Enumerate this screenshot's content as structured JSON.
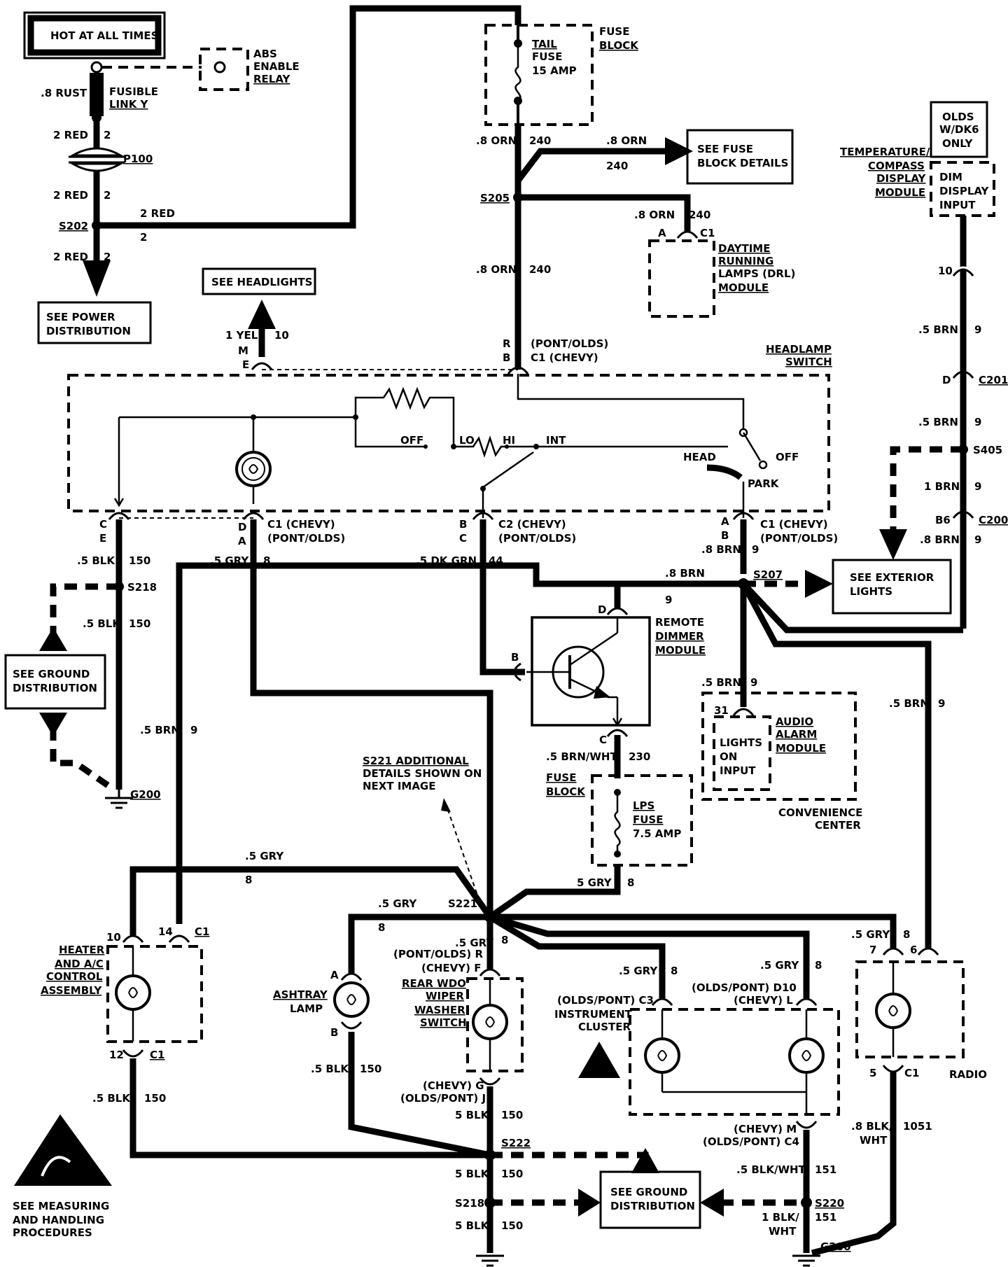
{
  "labels": {
    "hot_at_all_times": "HOT AT ALL TIMES",
    "abs_line1": "ABS",
    "abs_line2": "ENABLE",
    "abs_line3": "RELAY",
    "rust": ".8 RUST",
    "fusible1": "FUSIBLE",
    "fusible2": "LINK Y",
    "red2_a": "2 RED",
    "n2_a": "2",
    "p100": "P100",
    "red2_b": "2 RED",
    "n2_b": "2",
    "s202": "S202",
    "red2_c": "2 RED",
    "n2_c": "2",
    "red2_top": "2 RED",
    "n2_top": "2",
    "see_power1": "SEE POWER",
    "see_power2": "DISTRIBUTION",
    "fuse_block1": "FUSE",
    "fuse_block2": "BLOCK",
    "tail1": "TAIL",
    "tail2": "FUSE",
    "tail3": "15 AMP",
    "orn8_a": ".8 ORN",
    "n240_a": "240",
    "orn8_b": ".8 ORN",
    "n240_b": "240",
    "see_fuse1": "SEE FUSE",
    "see_fuse2": "BLOCK DETAILS",
    "s205": "S205",
    "orn8_c": ".8 ORN",
    "n240_c": "240",
    "drl_a": "A",
    "drl_c1": "C1",
    "drl1": "DAYTIME",
    "drl2": "RUNNING",
    "drl3": "LAMPS (DRL)",
    "drl4": "MODULE",
    "orn8_d": ".8 ORN",
    "n240_d": "240",
    "see_headlights": "SEE HEADLIGHTS",
    "yel": "1 YEL",
    "n10_yel": "10",
    "m": "M",
    "e": "E",
    "r": "R",
    "b": "B",
    "pont_olds": "(PONT/OLDS)",
    "c1_chevy": "C1  (CHEVY)",
    "headlamp1": "HEADLAMP",
    "headlamp2": "SWITCH",
    "off_a": "OFF",
    "lo": "LO",
    "hi": "HI",
    "int": "INT",
    "head": "HEAD",
    "off_b": "OFF",
    "park": "PARK",
    "olds1": "OLDS",
    "olds2": "W/DK6",
    "olds3": "ONLY",
    "temp1": "TEMPERATURE/",
    "temp2": "COMPASS",
    "temp3": "DISPLAY",
    "temp4": "MODULE",
    "dim1": "DIM",
    "dim2": "DISPLAY",
    "dim3": "INPUT",
    "n10_dim": "10",
    "brn5_a": ".5 BRN",
    "n9_a": "9",
    "d_c201": "D",
    "c201": "C201",
    "brn5_b": ".5 BRN",
    "n9_b": "9",
    "s405": "S405",
    "brn1": "1 BRN",
    "n9_c": "9",
    "b6": "B6",
    "c200": "C200",
    "brn8_a": ".8 BRN",
    "n9_d": "9",
    "see_ext1": "SEE EXTERIOR",
    "see_ext2": "LIGHTS",
    "c_left": "C",
    "e_left": "E",
    "d_left": "D",
    "a_left": "A",
    "c1_chevy2": "C1  (CHEVY)",
    "pont_olds2": "(PONT/OLDS)",
    "b_mid": "B",
    "c_mid": "C",
    "c2_chevy": "C2  (CHEVY)",
    "pont_olds3": "(PONT/OLDS)",
    "a_right": "A",
    "b_right": "B",
    "c1_chevy3": "C1  (CHEVY)",
    "pont_olds4": "(PONT/OLDS)",
    "blk5_a": ".5 BLK",
    "n150_a": "150",
    "gry5_a": ".5 GRY",
    "n8_a": "8",
    "dkgrn": ".5 DK GRN",
    "n44": "44",
    "brn8_b": ".8 BRN",
    "n9_e": "9",
    "s218_a": "S218",
    "brn8_c": ".8 BRN",
    "n9_f": "9",
    "s207": "S207",
    "blk5_b": ".5 BLK",
    "n150_b": "150",
    "see_ground1": "SEE GROUND",
    "see_ground2": "DISTRIBUTION",
    "remote1": "REMOTE",
    "remote2": "DIMMER",
    "remote3": "MODULE",
    "d_rdm": "D",
    "b_rdm": "B",
    "c_rdm": "C",
    "brn5_c": ".5 BRN",
    "n9_g": "9",
    "brn5_d": ".5 BRN",
    "n9_h": "9",
    "brn5_e": ".5 BRN",
    "n9_i": "9",
    "n31": "31",
    "lights1": "LIGHTS",
    "lights2": "ON",
    "lights3": "INPUT",
    "audio1": "AUDIO",
    "audio2": "ALARM",
    "audio3": "MODULE",
    "conv1": "CONVENIENCE",
    "conv2": "CENTER",
    "g200_a": "G200",
    "s221_note1": "S221 ADDITIONAL",
    "s221_note2": "DETAILS SHOWN ON",
    "s221_note3": "NEXT IMAGE",
    "brnwht": ".5 BRN/WHT",
    "n230": "230",
    "fuse_block3": "FUSE",
    "fuse_block4": "BLOCK",
    "lps1": "LPS",
    "lps2": "FUSE",
    "lps3": "7.5 AMP",
    "gry5_b": ".5 GRY",
    "n8_b": "8",
    "gry5_c": "5 GRY",
    "n8_c": "8",
    "gry5_d": ".5 GRY",
    "n8_d": "8",
    "s221": "S221",
    "n8_e": "8",
    "n10_h": "10",
    "n14": "14",
    "c1_h": "C1",
    "heater1": "HEATER",
    "heater2": "AND A/C",
    "heater3": "CONTROL",
    "heater4": "ASSEMBLY",
    "n12": "12",
    "c1_h2": "C1",
    "blk5_c": ".5 BLK",
    "n150_c": "150",
    "a_ash": "A",
    "ash1": "ASHTRAY",
    "ash2": "LAMP",
    "b_ash": "B",
    "blk5_d": ".5 BLK",
    "n150_d": "150",
    "gry5_e": ".5 GRY",
    "n8_f": "8",
    "po_r": "(PONT/OLDS)  R",
    "ch_f": "(CHEVY)  F",
    "rear1": "REAR WDO",
    "rear2": "WIPER",
    "rear3": "WASHER",
    "rear4": "SWITCH",
    "ch_g": "(CHEVY)  G",
    "po_j": "(OLDS/PONT)  J",
    "blk5_e": "5 BLK",
    "n150_e": "150",
    "gry5_f": ".5 GRY",
    "n8_g": "8",
    "gry5_g": ".5 GRY",
    "n8_h": "8",
    "ic_c3": "(OLDS/PONT)  C3",
    "ic1": "INSTRUMENT",
    "ic2": "CLUSTER",
    "ic_d10": "(OLDS/PONT)  D10",
    "ic_l": "(CHEVY)  L",
    "ic_m": "(CHEVY)  M",
    "ic_c4": "(OLDS/PONT)  C4",
    "gry5_h": ".5 GRY",
    "n8_i": "8",
    "n7": "7",
    "n6": "6",
    "n5": "5",
    "c1_radio": "C1",
    "radio": "RADIO",
    "blkwht8_1": ".8 BLK/",
    "blkwht8_2": "WHT",
    "n1051": "1051",
    "s222": "S222",
    "blkwht5": ".5 BLK/WHT",
    "n151_a": "151",
    "blk5_f": "5 BLK",
    "n150_f": "150",
    "see_ground3": "SEE GROUND",
    "see_ground4": "DISTRIBUTION",
    "s218_b": "S218",
    "s220": "S220",
    "blk5_g": "5 BLK",
    "n150_g": "150",
    "blkwht1_1": "1 BLK/",
    "blkwht1_2": "WHT",
    "n151_b": "151",
    "g200_b": "G200",
    "measure1": "SEE MEASURING",
    "measure2": "AND HANDLING",
    "measure3": "PROCEDURES"
  }
}
